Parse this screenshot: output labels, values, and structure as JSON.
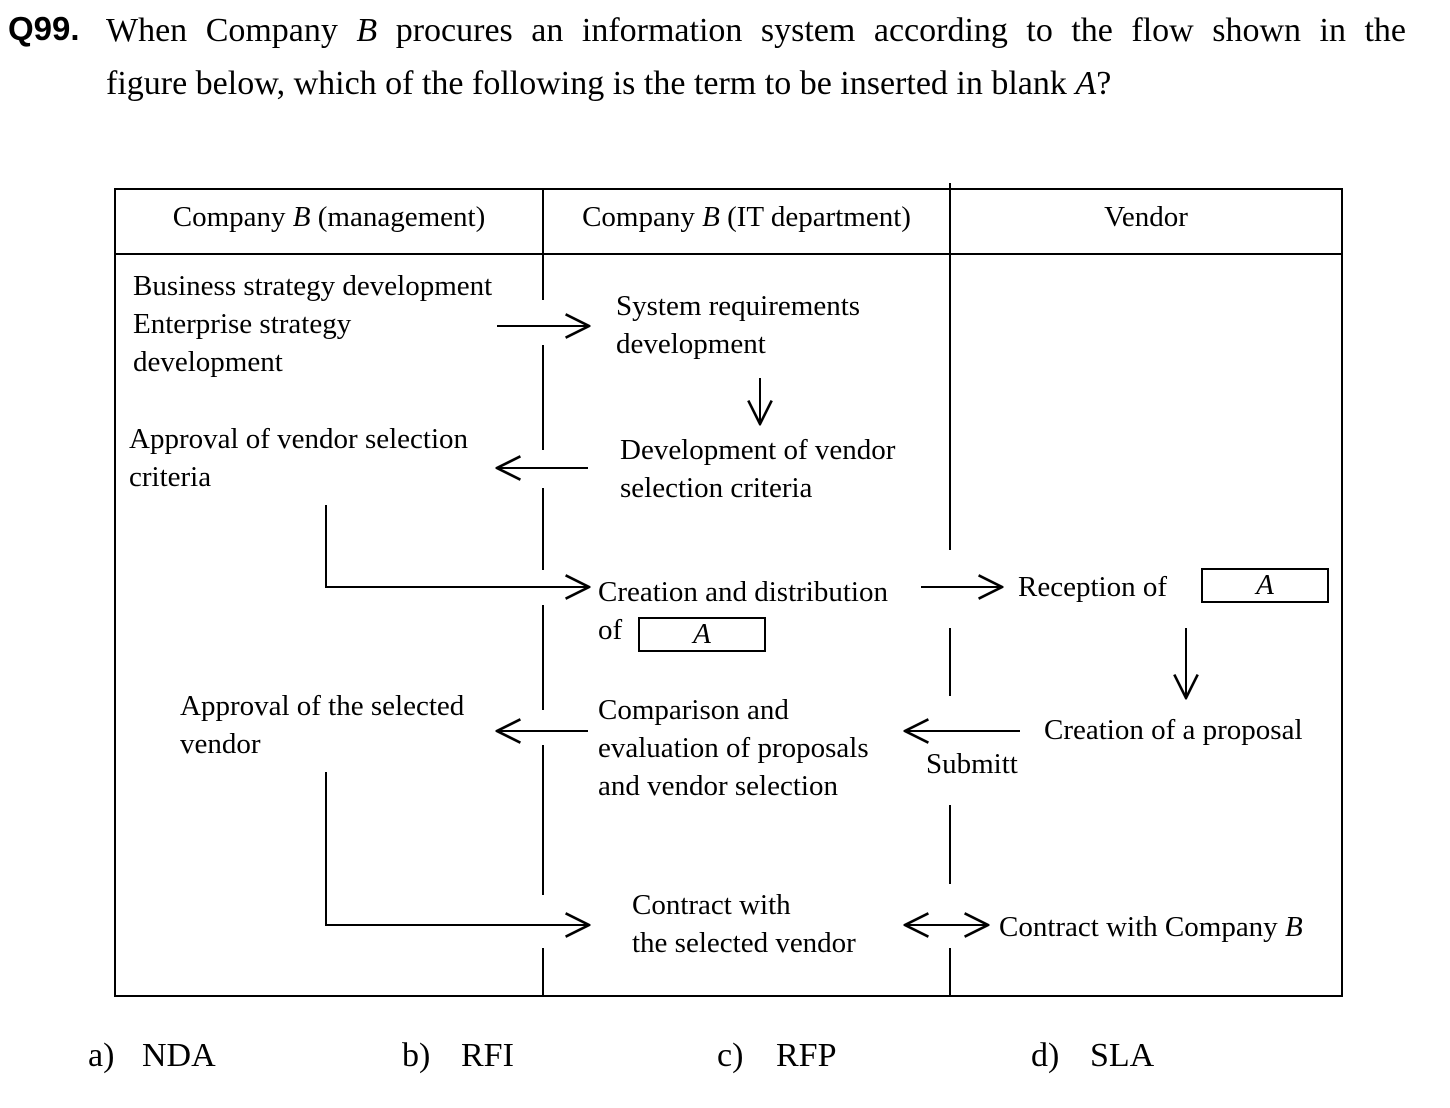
{
  "question": {
    "number": "Q99.",
    "line1": {
      "pre": "When Company ",
      "var": "B",
      "post": " procures an information system according to the flow shown in the"
    },
    "line2": {
      "pre": "figure below, which of the following is the term to be inserted in blank ",
      "var": "A",
      "post": "?"
    }
  },
  "diagram": {
    "headers": {
      "management": {
        "pre": "Company ",
        "var": "B",
        "post": " (management)"
      },
      "it": {
        "pre": "Company ",
        "var": "B",
        "post": " (IT department)"
      },
      "vendor": "Vendor"
    },
    "management_steps": {
      "business_strategy": [
        "Business strategy development",
        "Enterprise strategy",
        "development"
      ],
      "approval_criteria": [
        "Approval of vendor selection",
        "criteria"
      ],
      "approval_vendor": [
        "Approval of the selected",
        "vendor"
      ]
    },
    "it_steps": {
      "system_requirements": [
        "System requirements",
        "development"
      ],
      "vendor_criteria": [
        "Development of vendor",
        "selection criteria"
      ],
      "creation_distribution": [
        "Creation and distribution",
        "of"
      ],
      "comparison": [
        "Comparison and",
        "evaluation of proposals",
        "and vendor selection"
      ],
      "contract": [
        "Contract with",
        "the selected vendor"
      ]
    },
    "vendor_steps": {
      "reception": "Reception of",
      "proposal": "Creation of a proposal",
      "contract": {
        "pre": "Contract with Company ",
        "var": "B"
      }
    },
    "submit_label": "Submitt",
    "blank_label": "A"
  },
  "options": [
    {
      "letter": "a)",
      "text": "NDA"
    },
    {
      "letter": "b)",
      "text": "RFI"
    },
    {
      "letter": "c)",
      "text": "RFP"
    },
    {
      "letter": "d)",
      "text": "SLA"
    }
  ]
}
